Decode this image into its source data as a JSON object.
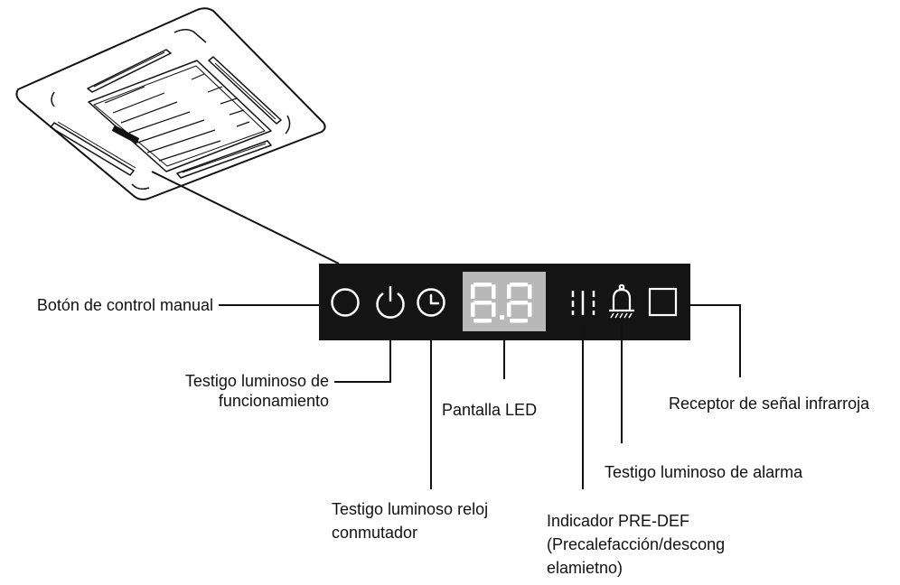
{
  "colors": {
    "panel": "#141414",
    "led_display": "#b8b8b8",
    "icon": "#ffffff",
    "line": "#111111"
  },
  "panel_icons": [
    "manual-button-circle-icon",
    "power-icon",
    "clock-icon",
    "led-digits-icon",
    "defrost-icon",
    "alarm-bell-icon",
    "infrared-square-icon"
  ],
  "led_display": {
    "value": "8.8"
  },
  "labels": {
    "manual_button": "Botón de control manual",
    "operation_light_line1": "Testigo luminoso de",
    "operation_light_line2": "funcionamiento",
    "led_screen": "Pantalla LED",
    "timer_light_line1": "Testigo luminoso reloj",
    "timer_light_line2": "conmutador",
    "pre_def_line1": "Indicador PRE-DEF",
    "pre_def_line2": "(Precalefacción/descong",
    "pre_def_line3": "elamietno)",
    "alarm_light": "Testigo luminoso de alarma",
    "infrared_receiver": "Receptor de señal infrarroja"
  }
}
